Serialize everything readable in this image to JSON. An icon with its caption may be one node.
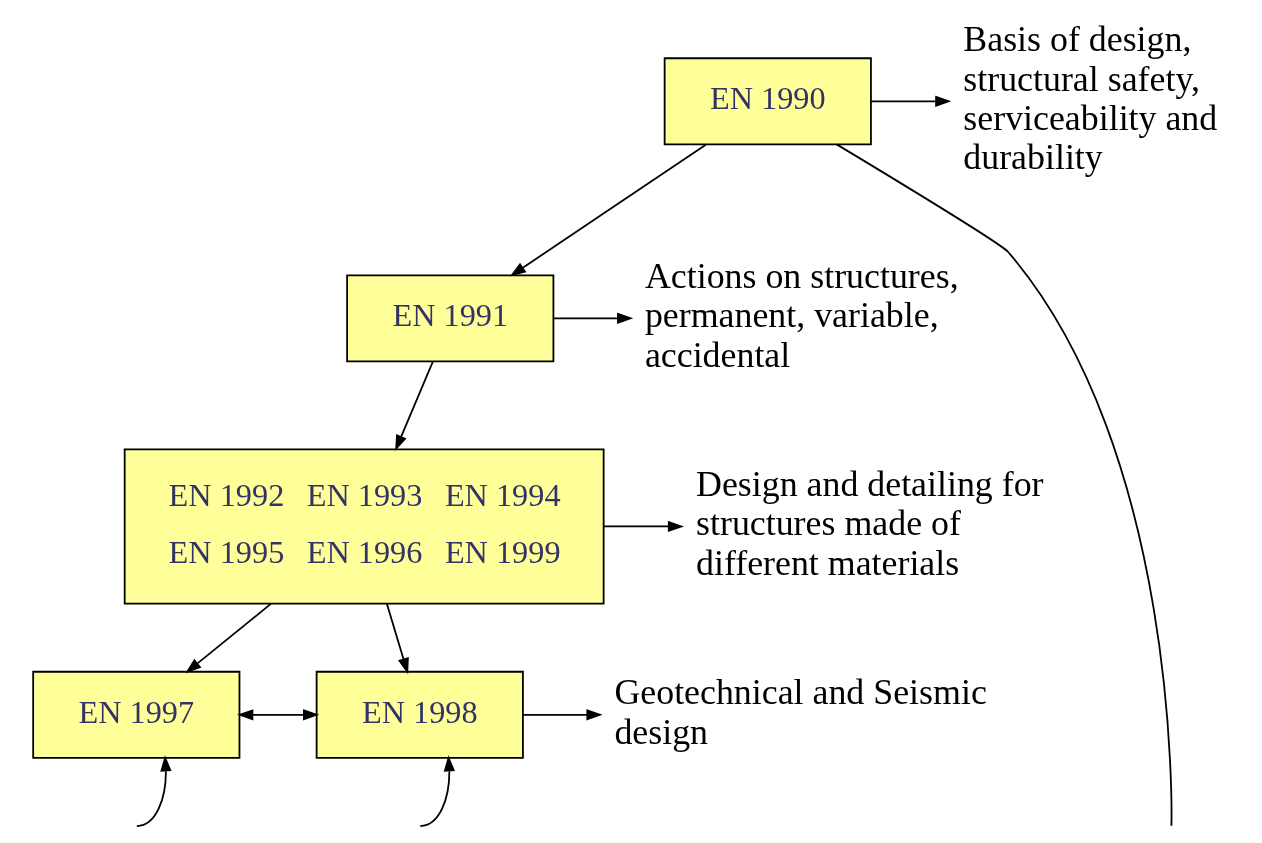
{
  "diagram": {
    "nodes": [
      {
        "text": [
          "EN 1990"
        ]
      },
      {
        "text": [
          "EN 1991"
        ]
      },
      {
        "text": [
          "EN 1992",
          "EN 1993",
          "EN 1994",
          "EN 1995",
          "EN 1996",
          "EN 1999"
        ]
      },
      {
        "text": [
          "EN 1997"
        ]
      },
      {
        "text": [
          "EN 1998"
        ]
      },
      {
        "text": [
          "Basis of design, structural safety, serviceability and durability"
        ]
      },
      {
        "text": [
          "Actions on structures, permanent, variable, accidental"
        ]
      },
      {
        "text": [
          "Design and detailing for structures made of different materials"
        ]
      },
      {
        "text": [
          "Geotechnical and Seismic design"
        ]
      }
    ],
    "edges": [
      {
        "from": 0,
        "to": 1,
        "arrow": "to"
      },
      {
        "from": 1,
        "to": 2,
        "arrow": "to"
      },
      {
        "from": 2,
        "to": 3,
        "arrow": "to"
      },
      {
        "from": 2,
        "to": 4,
        "arrow": "to"
      },
      {
        "from": 3,
        "to": 4,
        "arrow": "both"
      },
      {
        "from": 0,
        "to": 5,
        "arrow": "to"
      },
      {
        "from": 1,
        "to": 6,
        "arrow": "to"
      },
      {
        "from": 2,
        "to": 7,
        "arrow": "to"
      },
      {
        "from": 4,
        "to": 8,
        "arrow": "to"
      },
      {
        "from": 0,
        "to": null,
        "arrow": "none"
      },
      {
        "from": null,
        "to": 3,
        "arrow": "to"
      },
      {
        "from": null,
        "to": 4,
        "arrow": "to"
      }
    ]
  }
}
